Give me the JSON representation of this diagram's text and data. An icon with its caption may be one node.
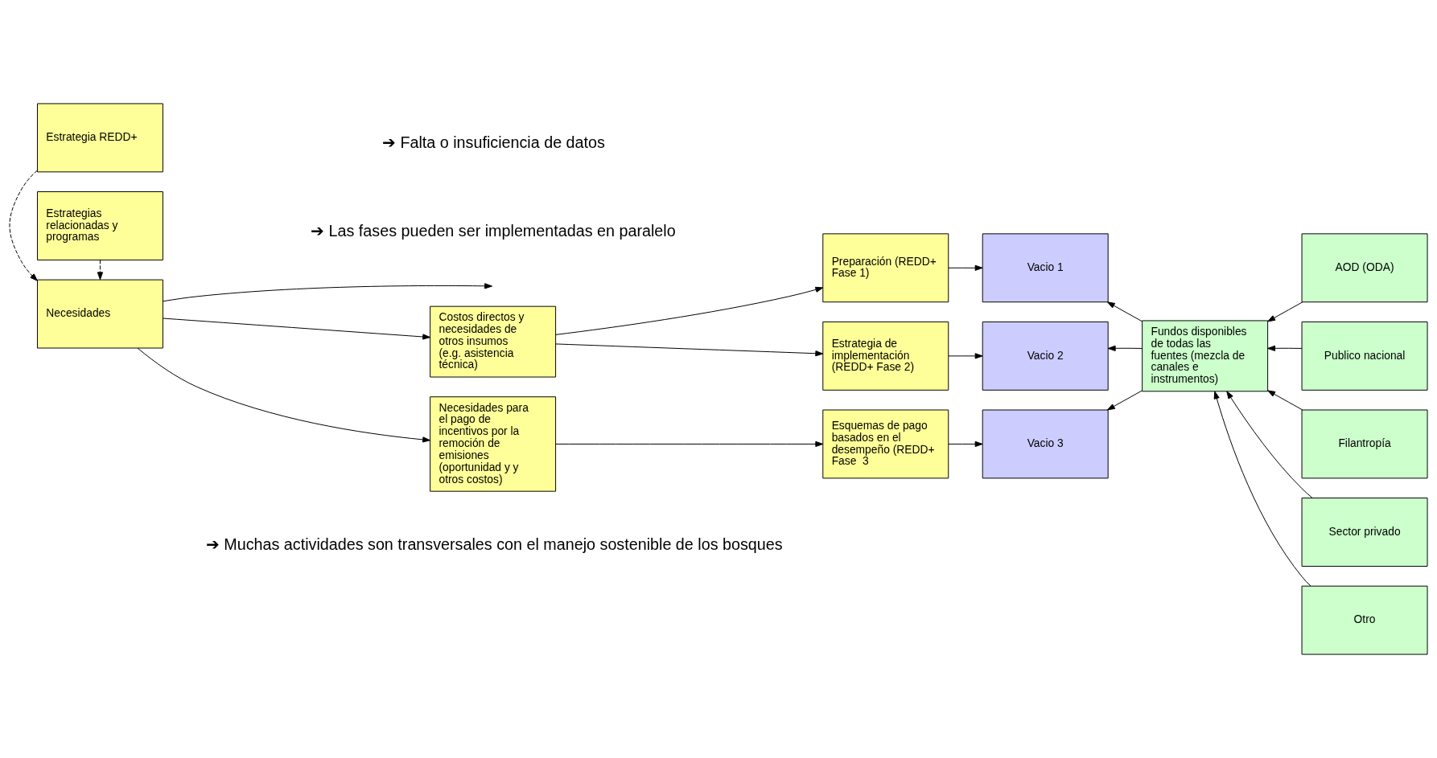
{
  "diagram": {
    "nodes": [
      {
        "text": [
          "Estrategia REDD+"
        ]
      },
      {
        "text": [
          "Necesidades"
        ]
      },
      {
        "text": [
          "Estrategias relacionadas y programas"
        ]
      },
      {
        "text": [
          "Costos directos y necesidades de otros insumos (e.g. asistencia técnica)"
        ]
      },
      {
        "text": [
          "Necesidades para el pago de incentivos por la remoción de emisiones (oportunidad y y otros costos)"
        ]
      },
      {
        "text": [
          "Preparación (REDD+ Fase 1)"
        ]
      },
      {
        "text": [
          "Estrategia de implementación (REDD+ Fase 2)"
        ]
      },
      {
        "text": [
          "Esquemas de pago basados en el desempeño (REDD+ Fase  3"
        ]
      },
      {
        "text": [
          "Vacio 1"
        ]
      },
      {
        "text": [
          "Vacio 2"
        ]
      },
      {
        "text": [
          "Vacio 3"
        ]
      },
      {
        "text": [
          "Fundos disponibles de todas las fuentes (mezcla de canales e instrumentos)"
        ]
      },
      {
        "text": [
          "AOD (ODA)"
        ]
      },
      {
        "text": [
          "Publico nacional"
        ]
      },
      {
        "text": [
          "Filantropía"
        ]
      },
      {
        "text": [
          "Sector privado"
        ]
      },
      {
        "text": [
          "Otro"
        ]
      }
    ],
    "edges": [
      {
        "from": 0,
        "to": 1,
        "arrow": "to",
        "style": "dashed"
      },
      {
        "from": 2,
        "to": 1,
        "arrow": "to",
        "style": "dashed"
      },
      {
        "from": 1,
        "to": null,
        "arrow": "to"
      },
      {
        "from": 1,
        "to": 3,
        "arrow": "to"
      },
      {
        "from": 1,
        "to": 4,
        "arrow": "to"
      },
      {
        "from": 3,
        "to": 5,
        "arrow": "to"
      },
      {
        "from": 3,
        "to": 6,
        "arrow": "to"
      },
      {
        "from": 4,
        "to": 7,
        "arrow": "to"
      },
      {
        "from": 5,
        "to": 8,
        "arrow": "to"
      },
      {
        "from": 6,
        "to": 9,
        "arrow": "to"
      },
      {
        "from": 7,
        "to": 10,
        "arrow": "to"
      },
      {
        "from": 11,
        "to": 8,
        "arrow": "to"
      },
      {
        "from": 11,
        "to": 9,
        "arrow": "to"
      },
      {
        "from": 11,
        "to": 10,
        "arrow": "to"
      },
      {
        "from": 12,
        "to": 11,
        "arrow": "to"
      },
      {
        "from": 13,
        "to": 11,
        "arrow": "to"
      },
      {
        "from": 14,
        "to": 11,
        "arrow": "to"
      },
      {
        "from": 15,
        "to": 11,
        "arrow": "to"
      },
      {
        "from": 16,
        "to": 11,
        "arrow": "to"
      }
    ],
    "labels": [
      "➔ Falta o insuficiencia de datos",
      "➔ Las fases pueden ser implementadas en paralelo",
      "➔ Muchas actividades son transversales con el manejo sostenible de los bosques"
    ]
  }
}
